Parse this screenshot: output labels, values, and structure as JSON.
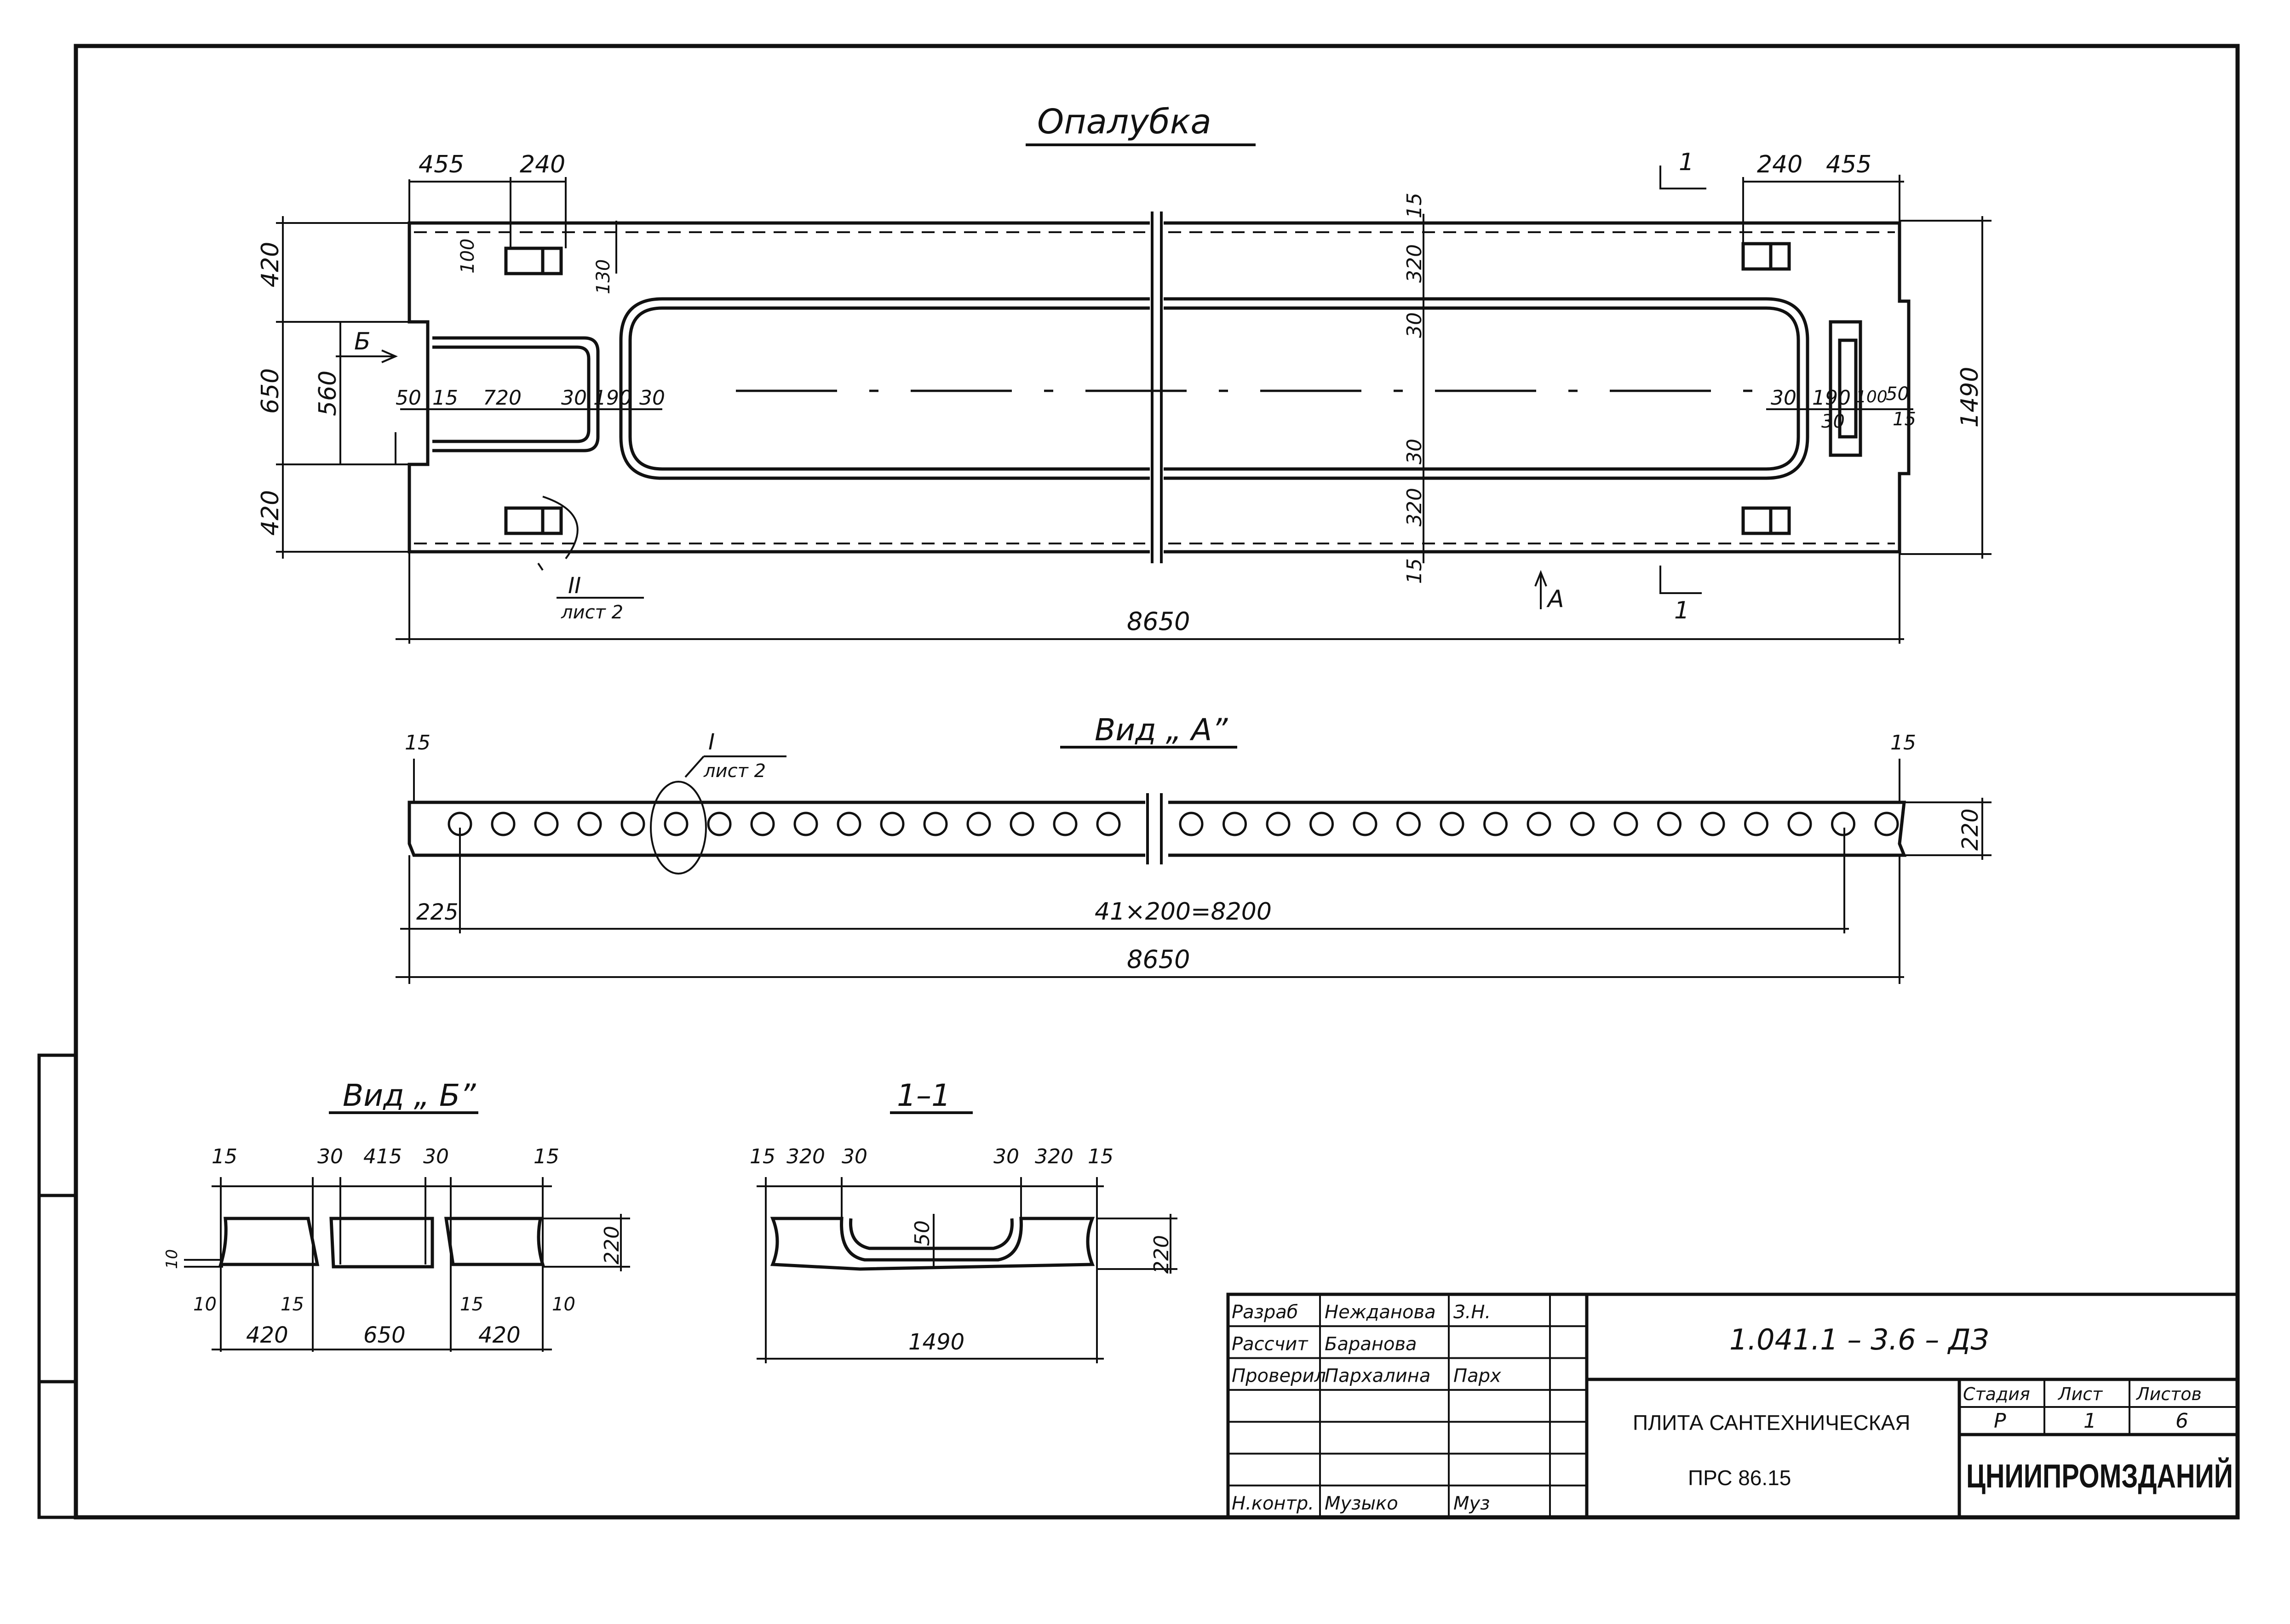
{
  "views": {
    "formwork_title": "Опалубка",
    "view_a_title": "Вид „ А”",
    "view_b_title": "Вид „ Б”",
    "section_title": "1–1"
  },
  "formwork": {
    "top_left": [
      "455",
      "240"
    ],
    "top_right": [
      "240",
      "455"
    ],
    "section_mark": "1",
    "view_mark_b": "Б",
    "view_mark_a": "А",
    "left_dims": [
      "420",
      "650",
      "420"
    ],
    "inner_left": "560",
    "right_dim": "1490",
    "small_100": "100",
    "small_130": "130",
    "center_col_top": [
      "15",
      "320",
      "30"
    ],
    "center_col_bottom": [
      "30",
      "320",
      "15"
    ],
    "row_left": [
      "50",
      "15",
      "720",
      "30",
      "190",
      "30"
    ],
    "row_right": [
      "30",
      "190",
      "100",
      "50",
      "30",
      "15"
    ],
    "callout_num": "II",
    "callout_sheet": "лист 2",
    "length": "8650"
  },
  "view_a": {
    "end_left": "15",
    "end_right": "15",
    "height": "220",
    "callout_num": "I",
    "callout_sheet": "лист 2",
    "offset": "225",
    "pitch": "41×200=8200",
    "length": "8650"
  },
  "view_b": {
    "top": [
      "15",
      "30",
      "415",
      "30",
      "15"
    ],
    "left_small": [
      "10",
      "10"
    ],
    "mid": [
      "15",
      "15",
      "10"
    ],
    "bottom": [
      "420",
      "650",
      "420"
    ],
    "height": "220"
  },
  "section": {
    "top": [
      "15",
      "320",
      "30",
      "30",
      "320",
      "15"
    ],
    "depth": "50",
    "height": "220",
    "width": "1490"
  },
  "title_block": {
    "rows": [
      {
        "role": "Разраб",
        "name": "Нежданова",
        "sign": "З.Н."
      },
      {
        "role": "Рассчит",
        "name": "Баранова",
        "sign": ""
      },
      {
        "role": "Проверил",
        "name": "Пархалина",
        "sign": "Парх"
      },
      {
        "role": "",
        "name": "",
        "sign": ""
      },
      {
        "role": "",
        "name": "",
        "sign": ""
      },
      {
        "role": "",
        "name": "",
        "sign": ""
      },
      {
        "role": "Н.контр.",
        "name": "Музыко",
        "sign": "Муз"
      }
    ],
    "code": "1.041.1 – 3.6 – ДЗ",
    "product_name": "ПЛИТА САНТЕХНИЧЕСКАЯ",
    "product_mark": "ПРС 86.15",
    "stage_label": "Стадия",
    "sheet_label": "Лист",
    "sheets_label": "Листов",
    "stage": "Р",
    "sheet": "1",
    "sheets": "6",
    "organization": "ЦНИИПРОМЗДАНИЙ"
  }
}
